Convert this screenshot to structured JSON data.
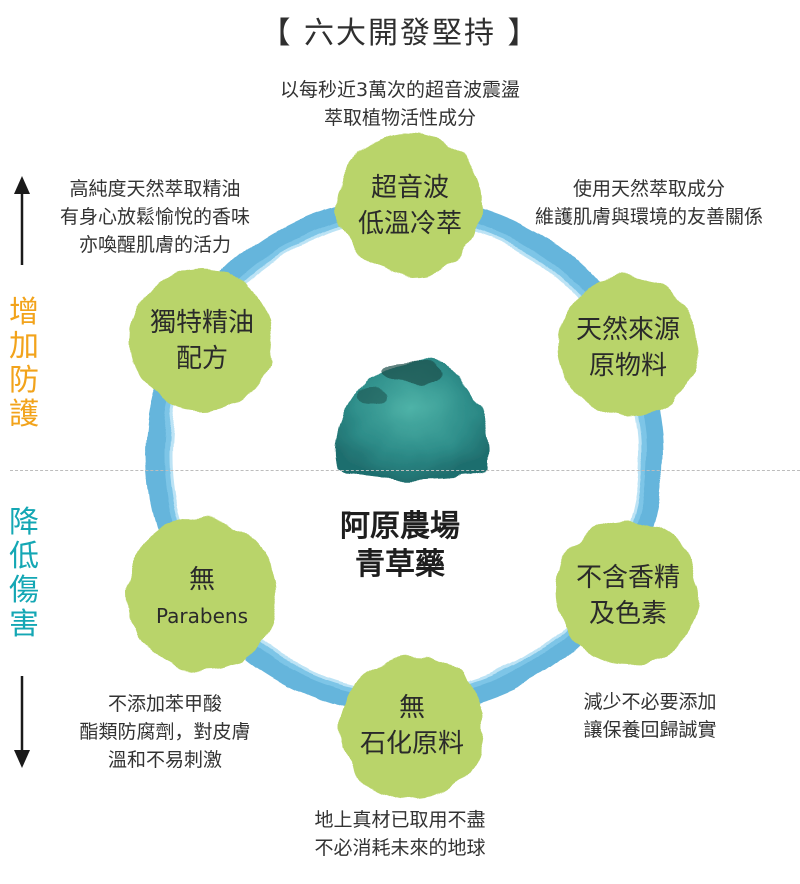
{
  "title": "【 六大開發堅持 】",
  "colors": {
    "ring": "#4aa8d6",
    "node": "#b9d46a",
    "center_mound": "#2f8f8b",
    "increase": "#f2a31b",
    "decrease": "#14a7b4",
    "arrow": "#1a1a1a"
  },
  "center": {
    "line1": "阿原農場",
    "line2": "青草藥"
  },
  "side": {
    "increase": [
      "增",
      "加",
      "防",
      "護"
    ],
    "decrease": [
      "降",
      "低",
      "傷",
      "害"
    ]
  },
  "nodes": [
    {
      "id": "ultrasonic",
      "line1": "超音波",
      "line2": "低溫冷萃"
    },
    {
      "id": "natural",
      "line1": "天然來源",
      "line2": "原物料"
    },
    {
      "id": "nofragrance",
      "line1": "不含香精",
      "line2": "及色素"
    },
    {
      "id": "nopetro",
      "line1": "無",
      "line2": "石化原料"
    },
    {
      "id": "noparabens",
      "line1": "無",
      "line2": "Parabens"
    },
    {
      "id": "oils",
      "line1": "獨特精油",
      "line2": "配方"
    }
  ],
  "captions": {
    "top": [
      "以每秒近3萬次的超音波震盪",
      "萃取植物活性成分"
    ],
    "upper_right": [
      "使用天然萃取成分",
      "維護肌膚與環境的友善關係"
    ],
    "upper_left": [
      "高純度天然萃取精油",
      "有身心放鬆愉悅的香味",
      "亦喚醒肌膚的活力"
    ],
    "lower_right": [
      "減少不必要添加",
      "讓保養回歸誠實"
    ],
    "lower_left": [
      "不添加苯甲酸",
      "酯類防腐劑，對皮膚",
      "溫和不易刺激"
    ],
    "bottom": [
      "地上真材已取用不盡",
      "不必消耗未來的地球"
    ]
  }
}
